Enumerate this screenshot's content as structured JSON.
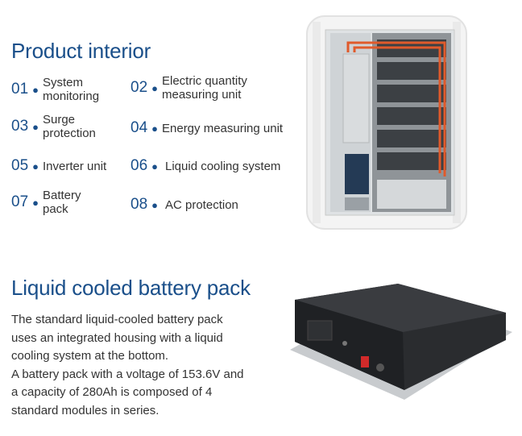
{
  "section1": {
    "title": "Product interior",
    "items": [
      {
        "num": "01",
        "label_lines": [
          "System",
          "monitoring"
        ]
      },
      {
        "num": "02",
        "label_lines": [
          "Electric quantity",
          "measuring unit"
        ]
      },
      {
        "num": "03",
        "label_lines": [
          "Surge",
          "protection"
        ]
      },
      {
        "num": "04",
        "label_lines": [
          "Energy measuring unit"
        ]
      },
      {
        "num": "05",
        "label_lines": [
          "Inverter unit"
        ]
      },
      {
        "num": "06",
        "label_lines": [
          "Liquid cooling system"
        ]
      },
      {
        "num": "07",
        "label_lines": [
          "Battery",
          "pack"
        ]
      },
      {
        "num": "08",
        "label_lines": [
          "AC protection"
        ]
      }
    ]
  },
  "section2": {
    "title": "Liquid cooled battery pack",
    "description_lines": [
      "The standard liquid-cooled battery pack",
      "uses an integrated housing with a liquid",
      "cooling system at the bottom.",
      "A battery pack with a voltage of 153.6V and",
      "a capacity of 280Ah is composed of 4",
      "standard modules in series."
    ]
  },
  "colors": {
    "accent": "#1a4f8a",
    "text": "#333333",
    "pipe": "#e05a2b"
  }
}
